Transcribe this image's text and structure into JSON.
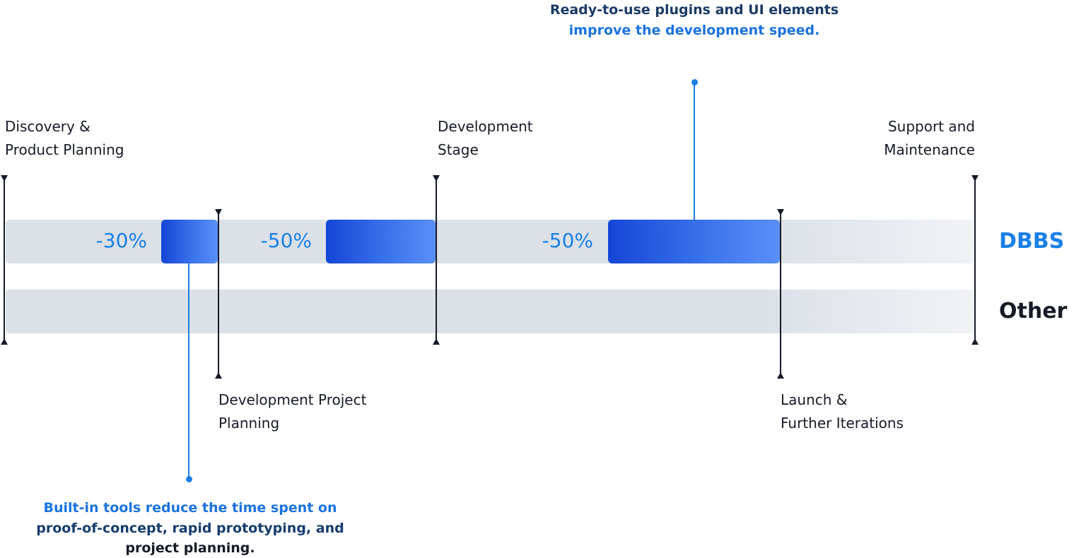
{
  "rows": {
    "dbbs": "DBBS",
    "other": "Other"
  },
  "stages": [
    {
      "line1": "Discovery &",
      "line2": "Product Planning"
    },
    {
      "line1": "Development Project",
      "line2": "Planning"
    },
    {
      "line1": "Development",
      "line2": "Stage"
    },
    {
      "line1": "Launch &",
      "line2": "Further Iterations"
    },
    {
      "line1": "Support and",
      "line2": "Maintenance"
    }
  ],
  "reductions": [
    "-30%",
    "-50%",
    "-50%"
  ],
  "top_note": {
    "line1": "Ready-to-use plugins and UI elements",
    "line2": "improve the development speed."
  },
  "bottom_note": {
    "line1": "Built-in tools reduce the time spent on",
    "line2": "proof-of-concept, rapid prototyping, and",
    "line3": "project planning."
  },
  "colors": {
    "accent": "#1a7fe8",
    "dark": "#161b26",
    "navy": "#1b3a66"
  }
}
